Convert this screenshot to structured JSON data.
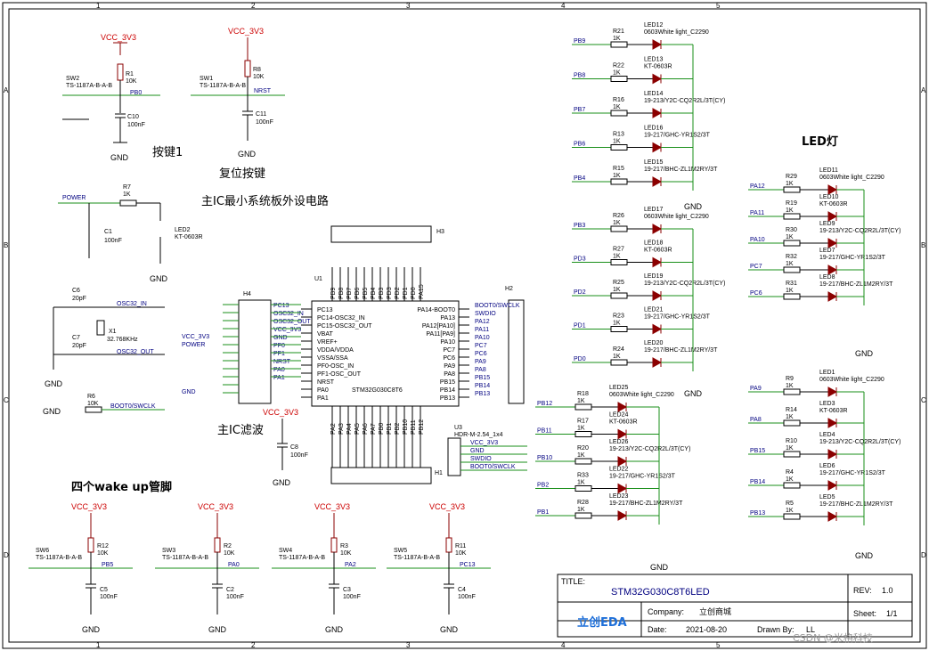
{
  "grid": {
    "cols": [
      "1",
      "2",
      "3",
      "4",
      "5"
    ],
    "rows": [
      "A",
      "B",
      "C",
      "D"
    ]
  },
  "sections": {
    "key1": "按键1",
    "reset": "复位按键",
    "mcu_min": "主IC最小系统板外设电路",
    "filter": "主IC滤波",
    "wakeup": "四个wake up管脚",
    "led": "LED灯"
  },
  "nets": {
    "vcc": "VCC_3V3",
    "gnd": "GND",
    "power": "POWER",
    "pb0": "PB0",
    "nrst": "NRST",
    "osc_in": "OSC32_IN",
    "osc_out": "OSC32_OUT",
    "boot": "BOOT0/SWCLK",
    "pb5": "PB5",
    "pa0": "PA0",
    "pa2": "PA2",
    "pc13": "PC13"
  },
  "parts": {
    "sw2": "SW2",
    "sw1": "SW1",
    "sw_model": "TS-1187A-B-A-B",
    "r1": "R1",
    "r8": "R8",
    "r7": "R7",
    "r6": "R6",
    "k10": "10K",
    "k1": "1K",
    "c10": "C10",
    "c11": "C11",
    "c1": "C1",
    "c6": "C6",
    "c7": "C7",
    "c8": "C8",
    "nf100": "100nF",
    "pf20": "20pF",
    "led2": "LED2",
    "led2_model": "KT-0603R",
    "x1": "X1",
    "x1_freq": "32.768KHz",
    "h4": "H4",
    "h3": "H3",
    "h2": "H2",
    "h1": "H1",
    "u1": "U1",
    "u1_name": "STM32G030C8T6",
    "u3": "U3",
    "u3_model": "HDR-M-2.54_1x4",
    "sw6": "SW6",
    "sw3": "SW3",
    "sw4": "SW4",
    "sw5": "SW5",
    "r12": "R12",
    "r2": "R2",
    "r3": "R3",
    "r11": "R11",
    "c5": "C5",
    "c2": "C2",
    "c3": "C3",
    "c4": "C4"
  },
  "mcu_left": [
    "PC13",
    "PC14-OSC32_IN",
    "PC15-OSC32_OUT",
    "VBAT",
    "VREF+",
    "VDDA/VDDA",
    "VSSA/SSA",
    "PF0-OSC_IN",
    "PF1-OSC_OUT",
    "NRST",
    "PA0",
    "PA1"
  ],
  "mcu_right": [
    "PA14-BOOT0",
    "PA13",
    "PA12[PA10]",
    "PA11[PA9]",
    "PA10",
    "PC7",
    "PC6",
    "PA9",
    "PA8",
    "PB15",
    "PB14",
    "PB13"
  ],
  "mcu_top": [
    "PB9",
    "PB8",
    "PB7",
    "PB6",
    "PB5",
    "PB4",
    "PB3",
    "PD3",
    "PD2",
    "PD1",
    "PD0",
    "PA15"
  ],
  "mcu_bottom": [
    "PA2",
    "PA3",
    "PA4",
    "PA5",
    "PA6",
    "PA7",
    "PB0",
    "PB1",
    "PB2",
    "PB10",
    "PB11",
    "PB12"
  ],
  "h4_left": [
    "PC13",
    "OSC32_IN",
    "OSC32_OUT",
    "VCC_3V3",
    "GND",
    "PF0",
    "PF1",
    "NRST",
    "PA0",
    "PA1"
  ],
  "h2_right": [
    "BOOT0/SWCLK",
    "SWDIO",
    "PA12",
    "PA11",
    "PA10",
    "PC7",
    "PC6",
    "PA9",
    "PA8",
    "PB15",
    "PB14",
    "PB13"
  ],
  "u3_pins": [
    "VCC_3V3",
    "GND",
    "SWDIO",
    "BOOT0/SWCLK"
  ],
  "led_col1": [
    {
      "net": "PB9",
      "r": "R21",
      "led": "LED12",
      "model": "0603White light_C2290"
    },
    {
      "net": "PB8",
      "r": "R22",
      "led": "LED13",
      "model": "KT-0603R"
    },
    {
      "net": "PB7",
      "r": "R16",
      "led": "LED14",
      "model": "19-213/Y2C-CQ2R2L/3T(CY)"
    },
    {
      "net": "PB6",
      "r": "R13",
      "led": "LED16",
      "model": "19-217/GHC-YR1S2/3T"
    },
    {
      "net": "PB4",
      "r": "R15",
      "led": "LED15",
      "model": "19-217/BHC-ZL1M2RY/3T"
    },
    {
      "net": "PB3",
      "r": "R26",
      "led": "LED17",
      "model": "0603White light_C2290"
    },
    {
      "net": "PD3",
      "r": "R27",
      "led": "LED18",
      "model": "KT-0603R"
    },
    {
      "net": "PD2",
      "r": "R25",
      "led": "LED19",
      "model": "19-213/Y2C-CQ2R2L/3T(CY)"
    },
    {
      "net": "PD1",
      "r": "R23",
      "led": "LED21",
      "model": "19-217/GHC-YR1S2/3T"
    },
    {
      "net": "PD0",
      "r": "R24",
      "led": "LED20",
      "model": "19-217/BHC-ZL1M2RY/3T"
    }
  ],
  "led_col0": [
    {
      "net": "PB12",
      "r": "R18",
      "led": "LED25",
      "model": "0603White light_C2290"
    },
    {
      "net": "PB11",
      "r": "R17",
      "led": "LED24",
      "model": "KT-0603R"
    },
    {
      "net": "PB10",
      "r": "R20",
      "led": "LED26",
      "model": "19-213/Y2C-CQ2R2L/3T(CY)"
    },
    {
      "net": "PB2",
      "r": "R33",
      "led": "LED22",
      "model": "19-217/GHC-YR1S2/3T"
    },
    {
      "net": "PB1",
      "r": "R28",
      "led": "LED23",
      "model": "19-217/BHC-ZL1M2RY/3T"
    }
  ],
  "led_col2": [
    {
      "net": "PA12",
      "r": "R29",
      "led": "LED11",
      "model": "0603White light_C2290"
    },
    {
      "net": "PA11",
      "r": "R19",
      "led": "LED10",
      "model": "KT-0603R"
    },
    {
      "net": "PA10",
      "r": "R30",
      "led": "LED9",
      "model": "19-213/Y2C-CQ2R2L/3T(CY)"
    },
    {
      "net": "PC7",
      "r": "R32",
      "led": "LED7",
      "model": "19-217/GHC-YR1S2/3T"
    },
    {
      "net": "PC6",
      "r": "R31",
      "led": "LED8",
      "model": "19-217/BHC-ZL1M2RY/3T"
    },
    {
      "net": "PA9",
      "r": "R9",
      "led": "LED1",
      "model": "0603White light_C2290"
    },
    {
      "net": "PA8",
      "r": "R14",
      "led": "LED3",
      "model": "KT-0603R"
    },
    {
      "net": "PB15",
      "r": "R10",
      "led": "LED4",
      "model": "19-213/Y2C-CQ2R2L/3T(CY)"
    },
    {
      "net": "PB14",
      "r": "R4",
      "led": "LED6",
      "model": "19-217/GHC-YR1S2/3T"
    },
    {
      "net": "PB13",
      "r": "R5",
      "led": "LED5",
      "model": "19-217/BHC-ZL1M2RY/3T"
    }
  ],
  "titleblock": {
    "title_label": "TITLE:",
    "title": "STM32G030C8T6LED",
    "rev_label": "REV:",
    "rev": "1.0",
    "company_label": "Company:",
    "company": "立创商城",
    "sheet_label": "Sheet:",
    "sheet": "1/1",
    "date_label": "Date:",
    "date": "2021-08-20",
    "drawn_label": "Drawn By:",
    "drawn": "LL",
    "logo": "立创EDA",
    "watermark": "CSDN @米格科技"
  }
}
